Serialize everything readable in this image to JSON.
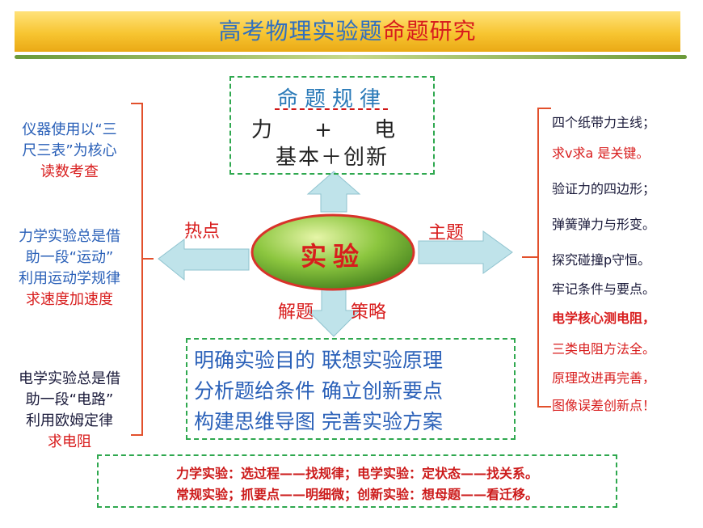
{
  "title": {
    "part1": "高考物理实验题",
    "part2": "命题研究"
  },
  "center": {
    "label": "实验"
  },
  "arrows": {
    "left": "热点",
    "right": "主题",
    "down_left": "解题",
    "down_right": "策略"
  },
  "rules": {
    "title": "命题规律",
    "line2": "力 + 电",
    "line3": "基本＋创新"
  },
  "left_notes": [
    {
      "lines": [
        "仪器使用以“三",
        "尺三表”为核心"
      ],
      "highlight": "读数考查"
    },
    {
      "lines": [
        "力学实验总是借",
        "助一段“运动”",
        "利用运动学规律"
      ],
      "highlight": "求速度加速度"
    },
    {
      "lines": [
        "电学实验总是借",
        "助一段“电路”",
        "利用欧姆定律"
      ],
      "highlight": "求电阻"
    }
  ],
  "right_notes": [
    {
      "text": "四个纸带力主线；",
      "color": "dark"
    },
    {
      "text": "求v求a 是关键。",
      "color": "red"
    },
    {
      "text": "验证力的四边形；",
      "color": "dark"
    },
    {
      "text": "弹簧弹力与形变。",
      "color": "dark"
    },
    {
      "text": "探究碰撞p守恒。",
      "color": "dark"
    },
    {
      "text": "牢记条件与要点。",
      "color": "dark"
    },
    {
      "text": "电学核心测电阻，",
      "color": "red"
    },
    {
      "text": "三类电阻方法全。",
      "color": "red"
    },
    {
      "text": "原理改进再完善，",
      "color": "red"
    },
    {
      "text": "图像误差创新点！",
      "color": "red"
    }
  ],
  "strategy": [
    "明确实验目的  联想实验原理",
    "分析题给条件  确立创新要点",
    "构建思维导图  完善实验方案"
  ],
  "summary": [
    "力学实验：选过程——找规律；电学实验：定状态——找关系。",
    "常规实验；抓要点——明细微；创新实验：想母题——看迁移。"
  ],
  "colors": {
    "title_blue": "#2f6fc0",
    "accent_red": "#d81d1d",
    "arrow_fill": "#bfe3ea",
    "ellipse_green": "#7dbb3c",
    "dash_green": "#2fa84f",
    "bracket_red": "#e2502c"
  }
}
